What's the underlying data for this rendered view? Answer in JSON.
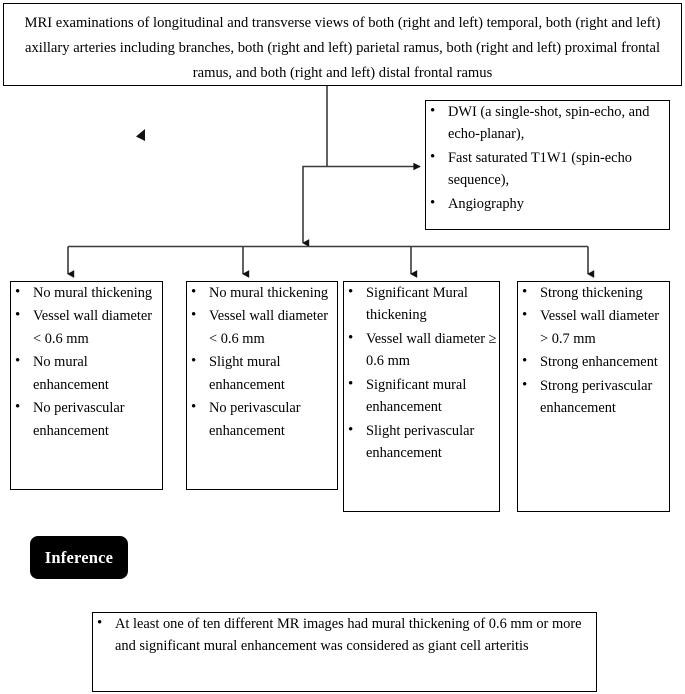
{
  "diagram": {
    "title_box": {
      "text": "MRI examinations of longitudinal and transverse views of both (right and left) temporal, both (right and left) axillary arteries including branches, both (right and left) parietal ramus, both (right and left) proximal frontal ramus, and both (right and left) distal frontal ramus"
    },
    "sequences_box": {
      "items": [
        "DWI (a single-shot, spin-echo, and echo-planar),",
        "Fast saturated T1W1 (spin-echo sequence),",
        "Angiography"
      ]
    },
    "outcome_boxes": [
      {
        "items": [
          "No mural thickening",
          "Vessel wall diameter < 0.6 mm",
          "No mural enhancement",
          "No perivascular enhancement"
        ]
      },
      {
        "items": [
          "No mural thickening",
          "Vessel wall diameter < 0.6 mm",
          "Slight mural enhancement",
          "No perivascular enhancement"
        ]
      },
      {
        "items": [
          "Significant Mural thickening",
          "Vessel wall diameter ≥ 0.6 mm",
          "Significant mural enhancement",
          "Slight perivascular enhancement"
        ]
      },
      {
        "items": [
          "Strong thickening",
          "Vessel wall diameter > 0.7 mm",
          "Strong enhancement",
          " Strong perivascular enhancement"
        ]
      }
    ],
    "inference_label": "Inference",
    "conclusion_box": {
      "items": [
        "At least one of ten different MR images had mural thickening of 0.6 mm or more and significant mural enhancement was considered as giant cell arteritis"
      ]
    },
    "colors": {
      "line": "#3a3a3a",
      "border": "#000000",
      "inference_bg": "#000000",
      "inference_fg": "#ffffff",
      "background": "#ffffff"
    }
  }
}
